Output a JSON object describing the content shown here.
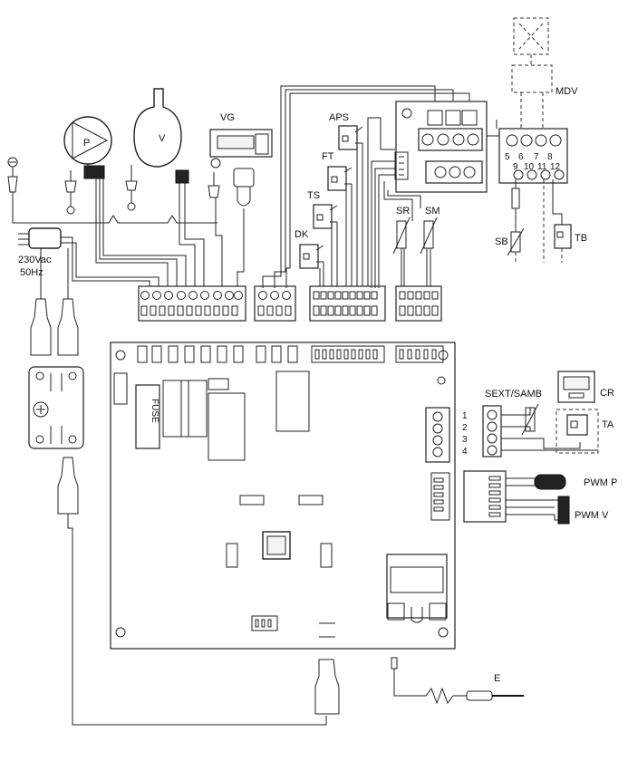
{
  "labels": {
    "pump": "P",
    "fan": "V",
    "gas_valve": "VG",
    "air_pressure_switch": "APS",
    "flow_thermostat": "FT",
    "safety_thermostat": "TS",
    "dk": "DK",
    "heating_sensor": "SR",
    "dhw_sensor": "SM",
    "mdv": "MDV",
    "sb": "SB",
    "tb": "TB",
    "mains_voltage": "230Vac",
    "mains_frequency": "50Hz",
    "fuse": "FUSE",
    "sext_samb": "SEXT/SAMB",
    "cr": "CR",
    "ta": "TA",
    "pwm_p": "PWM P",
    "pwm_v": "PWM V",
    "electrode": "E"
  },
  "terminals_right": [
    "5",
    "6",
    "7",
    "8",
    "9",
    "10",
    "11",
    "12"
  ],
  "terminals_left": [
    "1",
    "2",
    "3",
    "4"
  ]
}
